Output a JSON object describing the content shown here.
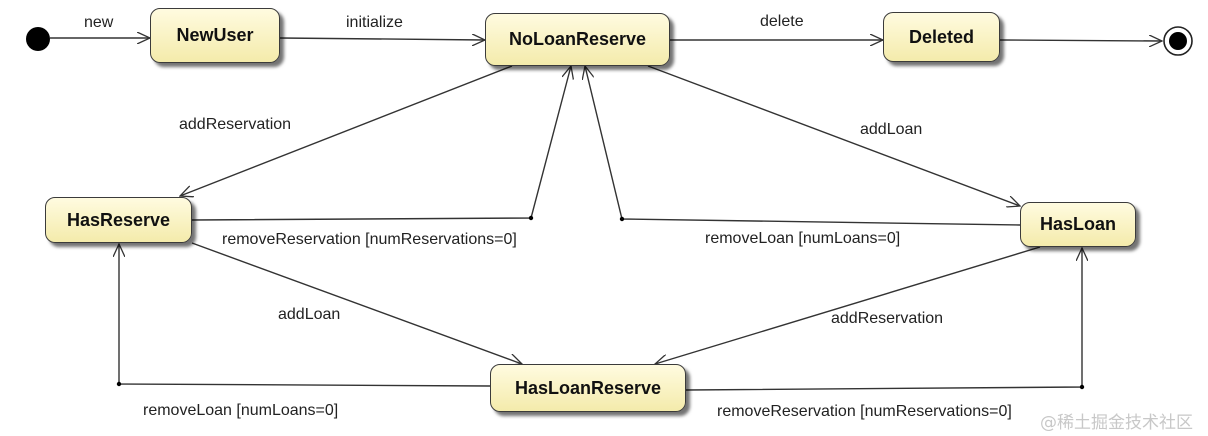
{
  "states": {
    "new_user": "NewUser",
    "no_loan_reserve": "NoLoanReserve",
    "deleted": "Deleted",
    "has_reserve": "HasReserve",
    "has_loan": "HasLoan",
    "has_loan_reserve": "HasLoanReserve"
  },
  "transitions": {
    "new": "new",
    "initialize": "initialize",
    "delete": "delete",
    "add_reservation_top": "addReservation",
    "add_loan_top": "addLoan",
    "remove_reservation_top": "removeReservation [numReservations=0]",
    "remove_loan_top": "removeLoan [numLoans=0]",
    "add_loan_bottom": "addLoan",
    "add_reservation_bottom": "addReservation",
    "remove_loan_bottom": "removeLoan [numLoans=0]",
    "remove_reservation_bottom": "removeReservation [numReservations=0]"
  },
  "watermark": "@稀土掘金技术社区"
}
